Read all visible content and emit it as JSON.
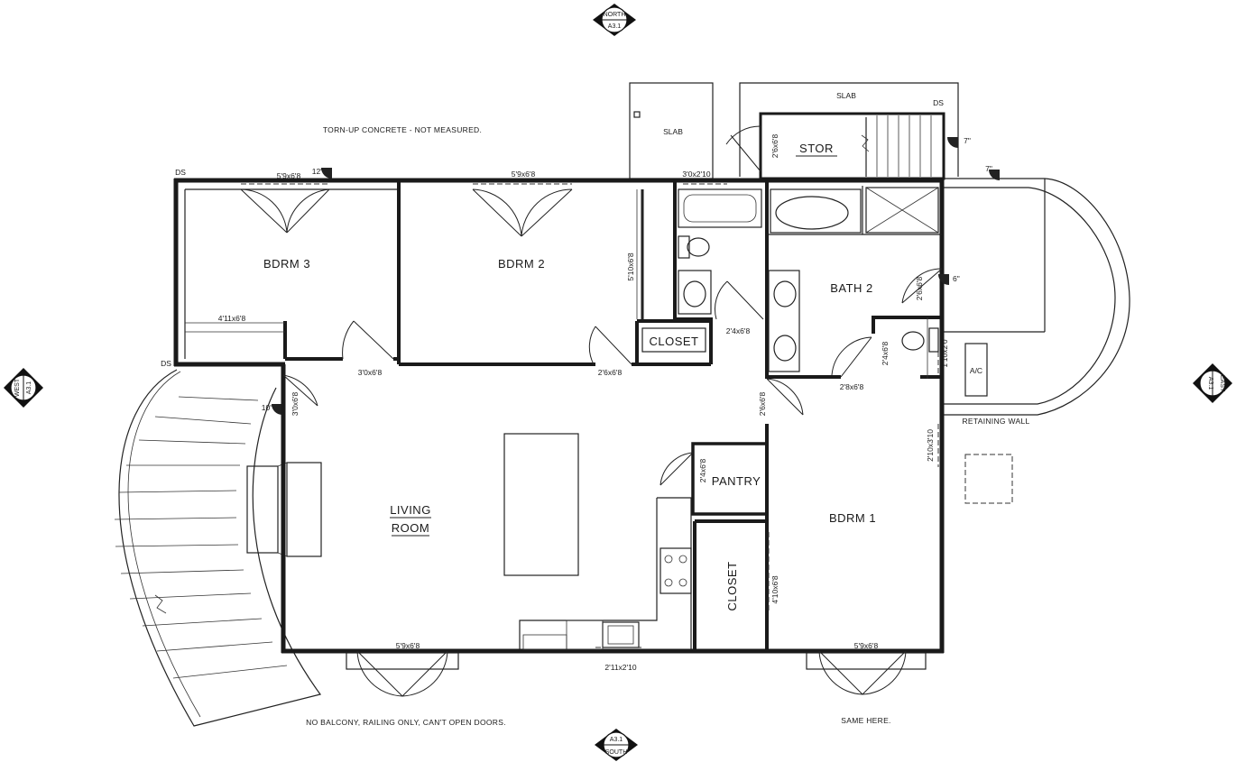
{
  "rooms": {
    "bdrm3": "BDRM 3",
    "bdrm2": "BDRM 2",
    "bdrm1": "BDRM 1",
    "bath2": "BATH 2",
    "closet_hall": "CLOSET",
    "closet_bdrm1": "CLOSET",
    "pantry": "PANTRY",
    "living_line1": "LIVING",
    "living_line2": "ROOM",
    "stor": "STOR",
    "ac": "A/C"
  },
  "dimensions": {
    "bdrm3_window": "5'9x6'8",
    "bdrm2_window": "5'9x6'8",
    "bath_top_window": "3'0x2'10",
    "bdrm3_closet": "4'11x6'8",
    "bdrm2_closet": "5'10x6'8",
    "bdrm3_door": "3'0x6'8",
    "bdrm2_door": "2'6x6'8",
    "bath_hall_door": "2'4x6'8",
    "stor_door": "2'6x6'8",
    "bath2_door": "2'6x6'8",
    "wc_door": "2'4x6'8",
    "wc_door_lower": "2'8x6'8",
    "east_window": "1'10x2'0",
    "bdrm1_door": "2'6x6'8",
    "bdrm1_east_window": "2'10x3'10",
    "pantry_door": "2'4x6'8",
    "closet_bdrm1_door": "4'10x6'8",
    "entry_door": "3'0x6'8",
    "living_south_door": "5'9x6'8",
    "kitchen_south_window": "2'11x2'10",
    "bdrm1_south_door": "5'9x6'8"
  },
  "slopes": {
    "bdrm3_corner": "12\"",
    "stor": "7\"",
    "east_deck": "7\"",
    "bath2_east": "6\"",
    "stair_top": "10\""
  },
  "markers": {
    "downspout": "DS"
  },
  "section_markers": {
    "north": {
      "direction": "NORTH",
      "sheet": "A3.1"
    },
    "south": {
      "direction": "SOUTH",
      "sheet": "A3.1"
    },
    "west": {
      "direction": "WEST",
      "sheet": "A3.1"
    },
    "east": {
      "direction": "EAST",
      "sheet": "A3.1"
    }
  },
  "labels": {
    "slab_left": "SLAB",
    "slab_right": "SLAB",
    "torn_concrete": "TORN-UP CONCRETE - NOT MEASURED.",
    "retaining_wall": "RETAINING WALL",
    "no_balcony": "NO BALCONY, RAILING ONLY, CAN'T OPEN DOORS.",
    "same_here": "SAME HERE."
  }
}
